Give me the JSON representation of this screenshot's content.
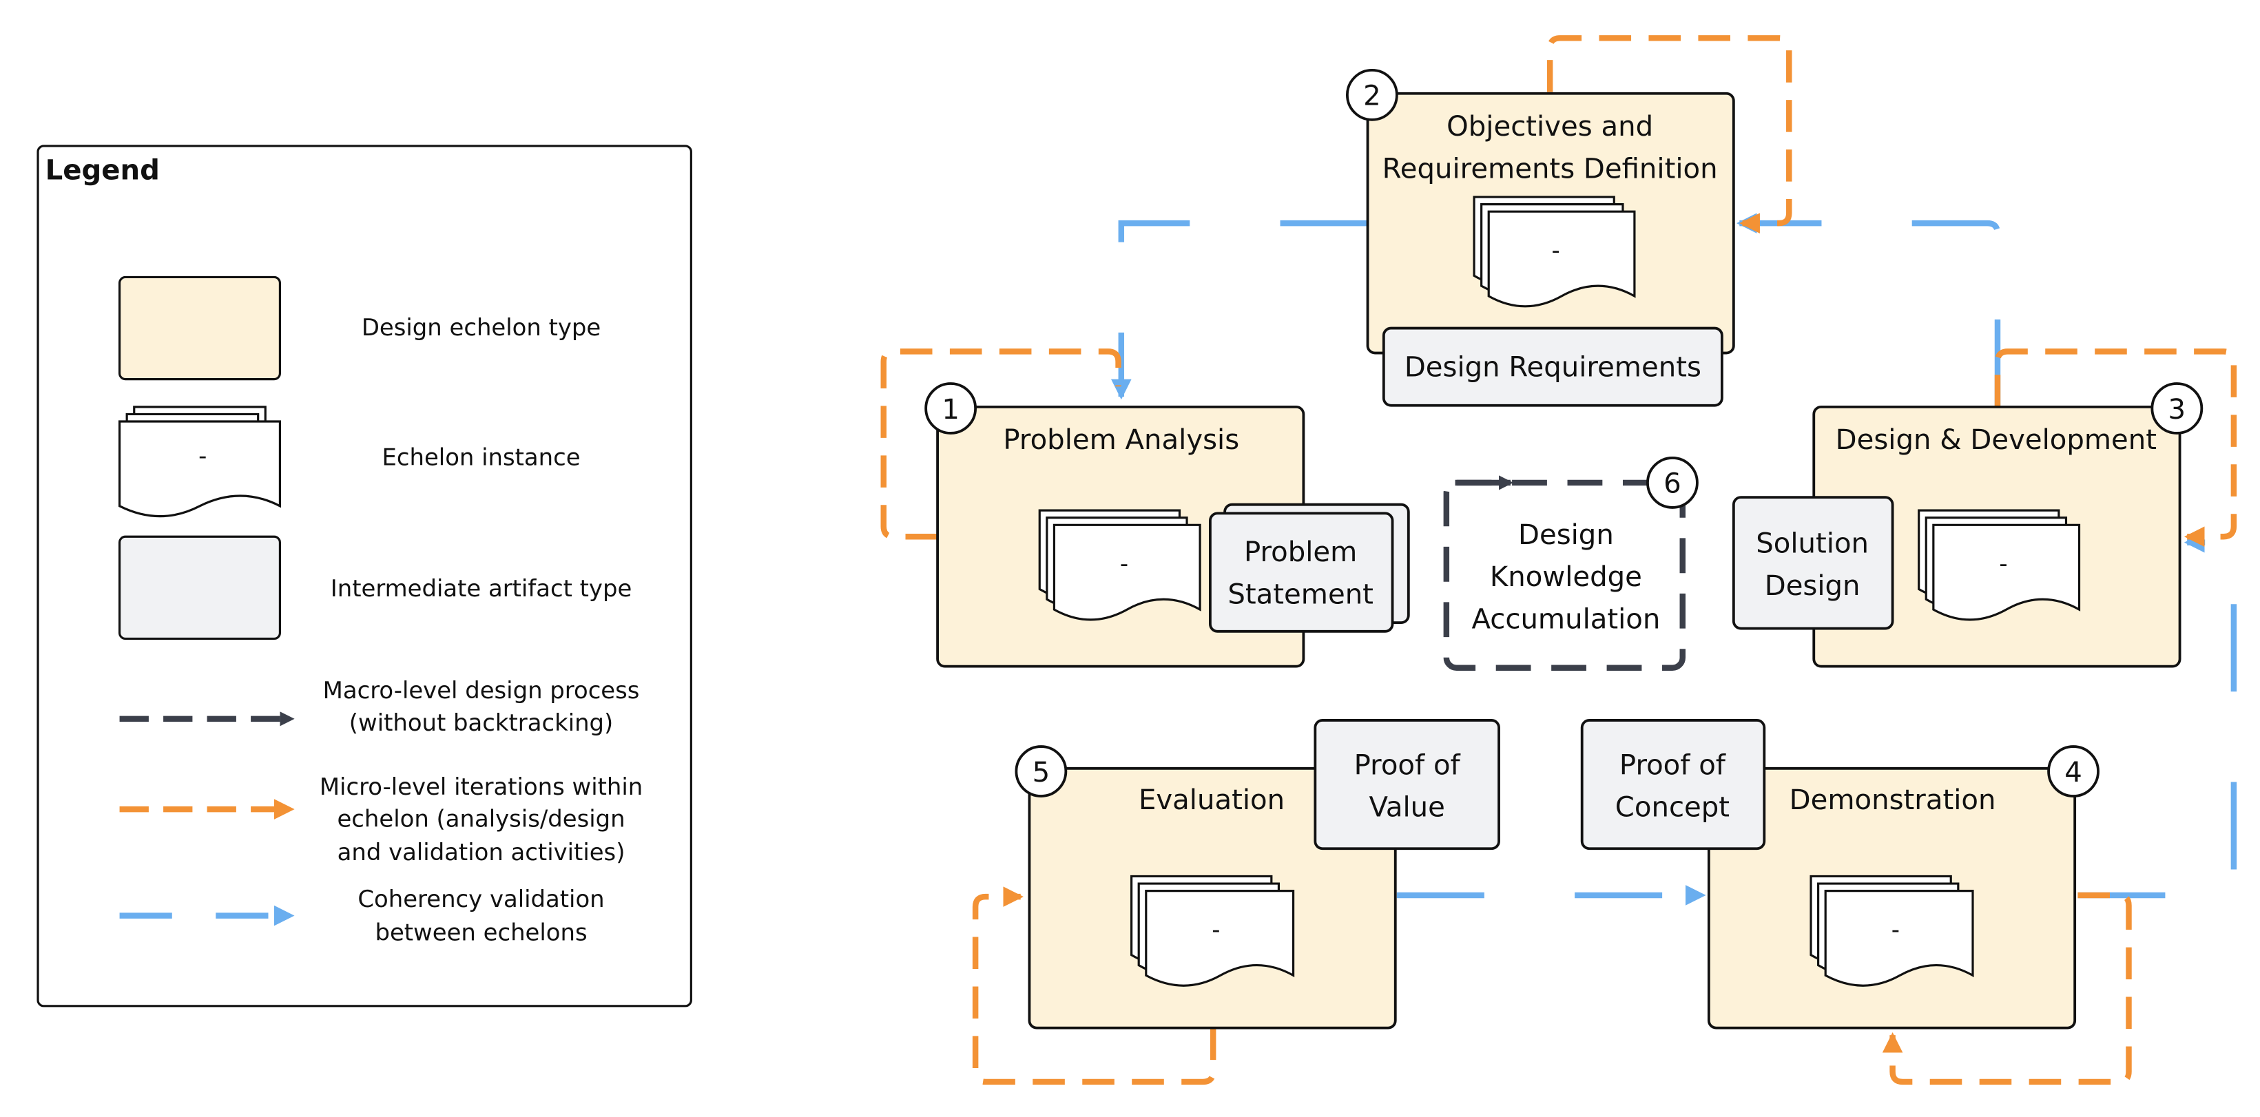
{
  "legend": {
    "title": "Legend",
    "items": [
      {
        "label": [
          "Design echelon type"
        ],
        "symbol": "echelon-box"
      },
      {
        "label": [
          "Echelon instance"
        ],
        "symbol": "instance-doc",
        "instance_text": "-"
      },
      {
        "label": [
          "Intermediate artifact type"
        ],
        "symbol": "artifact-box"
      },
      {
        "label": [
          "Macro-level design process",
          "(without backtracking)"
        ],
        "symbol": "dark-dashed-arrow"
      },
      {
        "label": [
          "Micro-level iterations within",
          "echelon (analysis/design",
          "and validation activities)"
        ],
        "symbol": "orange-dashed-arrow"
      },
      {
        "label": [
          "Coherency validation",
          "between echelons"
        ],
        "symbol": "blue-dashed-arrow"
      }
    ]
  },
  "colors": {
    "echelon_fill": "#fdf2d9",
    "artifact_fill": "#f1f2f4",
    "macro_arrow": "#3b3f4a",
    "micro_arrow": "#f39235",
    "coherency_arrow": "#6aaeef",
    "stroke": "#111111"
  },
  "echelons": [
    {
      "number": "1",
      "title": [
        "Problem Analysis"
      ],
      "instance_text": "-",
      "artifact": [
        "Problem",
        "Statement"
      ]
    },
    {
      "number": "2",
      "title": [
        "Objectives and",
        "Requirements Definition"
      ],
      "instance_text": "-",
      "artifact": [
        "Design Requirements"
      ]
    },
    {
      "number": "3",
      "title": [
        "Design & Development"
      ],
      "instance_text": "-",
      "artifact": [
        "Solution",
        "Design"
      ]
    },
    {
      "number": "4",
      "title": [
        "Demonstration"
      ],
      "instance_text": "-",
      "artifact": [
        "Proof of",
        "Concept"
      ]
    },
    {
      "number": "5",
      "title": [
        "Evaluation"
      ],
      "instance_text": "-",
      "artifact": [
        "Proof of",
        "Value"
      ]
    }
  ],
  "knowledge": {
    "number": "6",
    "title": [
      "Design",
      "Knowledge",
      "Accumulation"
    ]
  }
}
